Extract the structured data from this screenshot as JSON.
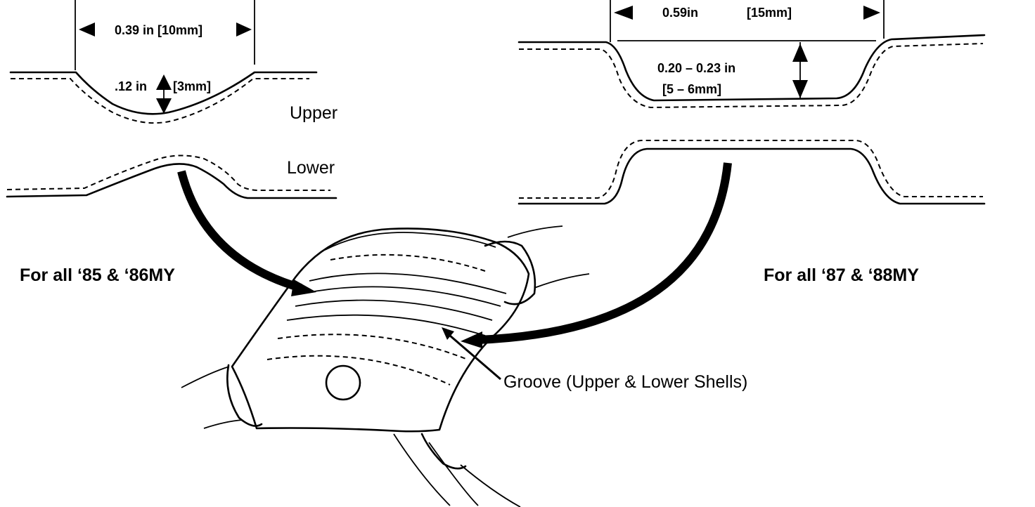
{
  "left_profile": {
    "width_dim": "0.39 in  [10mm]",
    "depth_dim": ".12 in",
    "depth_dim_mm": "[3mm]",
    "upper_label": "Upper",
    "lower_label": "Lower",
    "caption": "For all ‘85 & ‘86MY"
  },
  "right_profile": {
    "width_dim": "0.59in",
    "width_dim_mm": "[15mm]",
    "depth_dim": "0.20 – 0.23 in",
    "depth_dim_mm": "[5 – 6mm]",
    "caption": "For all ‘87 & ‘88MY"
  },
  "callout": {
    "groove_label": "Groove (Upper & Lower Shells)"
  }
}
